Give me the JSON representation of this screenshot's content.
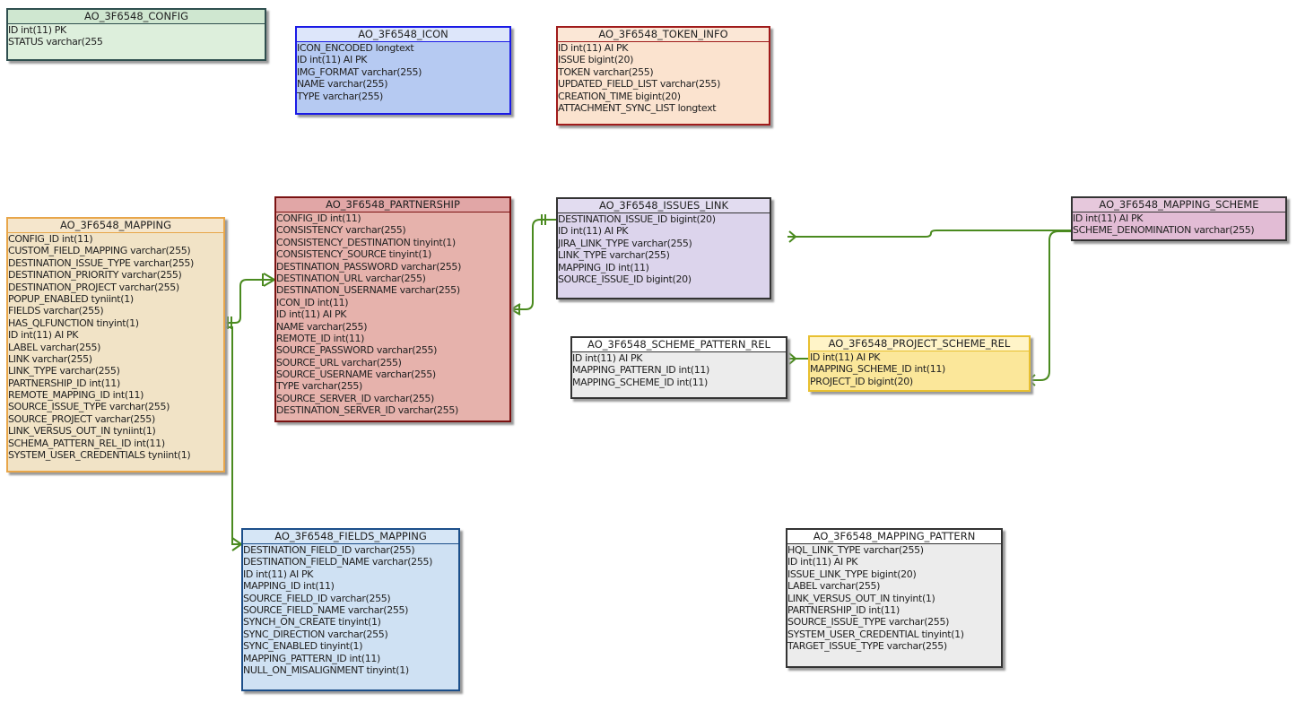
{
  "tables": {
    "config": {
      "name": "AO_3F6548_CONFIG",
      "columns": [
        "ID int(11) PK",
        "STATUS varchar(255"
      ],
      "border_color": "#2f4f4f",
      "header_color": "#cfe7d0",
      "body_color": "#ddefdc"
    },
    "icon": {
      "name": "AO_3F6548_ICON",
      "columns": [
        "ICON_ENCODED longtext",
        "ID int(11) AI PK",
        "IMG_FORMAT varchar(255)",
        "NAME varchar(255)",
        "TYPE varchar(255)"
      ],
      "border_color": "#1a1ae6",
      "header_color": "#dde6fa",
      "body_color": "#b6caf2"
    },
    "token_info": {
      "name": "AO_3F6548_TOKEN_INFO",
      "columns": [
        "ID int(11) AI PK",
        "ISSUE bigint(20)",
        "TOKEN varchar(255)",
        "UPDATED_FIELD_LIST varchar(255)",
        "CREATION_TIME bigint(20)",
        "ATTACHMENT_SYNC_LIST longtext"
      ],
      "border_color": "#a01b1b",
      "header_color": "#fbe7d6",
      "body_color": "#fbe3cf"
    },
    "mapping": {
      "name": "AO_3F6548_MAPPING",
      "columns": [
        "CONFIG_ID int(11)",
        "CUSTOM_FIELD_MAPPING varchar(255)",
        "DESTINATION_ISSUE_TYPE varchar(255)",
        "DESTINATION_PRIORITY varchar(255)",
        "DESTINATION_PROJECT varchar(255)",
        "POPUP_ENABLED tyniint(1)",
        "FIELDS varchar(255)",
        "HAS_QLFUNCTION tinyint(1)",
        "ID int(11) AI PK",
        "LABEL varchar(255)",
        "LINK varchar(255)",
        "LINK_TYPE varchar(255)",
        "PARTNERSHIP_ID int(11)",
        "REMOTE_MAPPING_ID int(11)",
        "SOURCE_ISSUE_TYPE varchar(255)",
        "SOURCE_PROJECT varchar(255)",
        "LINK_VERSUS_OUT_IN tyniint(1)",
        "SCHEMA_PATTERN_REL_ID int(11)",
        "SYSTEM_USER_CREDENTIALS tyniint(1)"
      ],
      "border_color": "#e8a64a",
      "header_color": "#f5e6cc",
      "body_color": "#f1e3c6"
    },
    "partnership": {
      "name": "AO_3F6548_PARTNERSHIP",
      "columns": [
        "CONFIG_ID int(11)",
        "CONSISTENCY varchar(255)",
        "CONSISTENCY_DESTINATION tinyint(1)",
        "CONSISTENCY_SOURCE tinyint(1)",
        "DESTINATION_PASSWORD varchar(255)",
        "DESTINATION_URL varchar(255)",
        "DESTINATION_USERNAME varchar(255)",
        "ICON_ID int(11)",
        "ID int(11) AI PK",
        "NAME varchar(255)",
        "REMOTE_ID int(11)",
        "SOURCE_PASSWORD varchar(255)",
        "SOURCE_URL varchar(255)",
        "SOURCE_USERNAME varchar(255)",
        "TYPE varchar(255)",
        "SOURCE_SERVER_ID varchar(255)",
        "DESTINATION_SERVER_ID varchar(255)"
      ],
      "border_color": "#7a1212",
      "header_color": "#e1a6a6",
      "body_color": "#e6b2ac"
    },
    "issues_link": {
      "name": "AO_3F6548_ISSUES_LINK",
      "columns": [
        "DESTINATION_ISSUE_ID bigint(20)",
        "ID int(11) AI PK",
        "JIRA_LINK_TYPE varchar(255)",
        "LINK_TYPE varchar(255)",
        "MAPPING_ID int(11)",
        "SOURCE_ISSUE_ID bigint(20)"
      ],
      "border_color": "#333333",
      "header_color": "#e2dcf0",
      "body_color": "#dcd4ec"
    },
    "mapping_scheme": {
      "name": "AO_3F6548_MAPPING_SCHEME",
      "columns": [
        "ID int(11) AI PK",
        "SCHEME_DENOMINATION varchar(255)"
      ],
      "border_color": "#333333",
      "header_color": "#e6c8dc",
      "body_color": "#e2bcd5"
    },
    "scheme_pattern_rel": {
      "name": "AO_3F6548_SCHEME_PATTERN_REL",
      "columns": [
        "ID int(11) AI PK",
        "MAPPING_PATTERN_ID int(11)",
        "MAPPING_SCHEME_ID int(11)"
      ],
      "border_color": "#333333",
      "header_color": "#ffffff",
      "body_color": "#ececec"
    },
    "project_scheme_rel": {
      "name": "AO_3F6548_PROJECT_SCHEME_REL",
      "columns": [
        "ID int(11) AI PK",
        "MAPPING_SCHEME_ID int(11)",
        "PROJECT_ID bigint(20)"
      ],
      "border_color": "#e8c030",
      "header_color": "#fff4c8",
      "body_color": "#fbe79a"
    },
    "fields_mapping": {
      "name": "AO_3F6548_FIELDS_MAPPING",
      "columns": [
        "DESTINATION_FIELD_ID varchar(255)",
        "DESTINATION_FIELD_NAME varchar(255)",
        "ID int(11) AI PK",
        "MAPPING_ID int(11)",
        "SOURCE_FIELD_ID varchar(255)",
        "SOURCE_FIELD_NAME varchar(255)",
        "SYNCH_ON_CREATE tinyint(1)",
        "SYNC_DIRECTION varchar(255)",
        "SYNC_ENABLED tinyint(1)",
        "MAPPING_PATTERN_ID int(11)",
        "NULL_ON_MISALIGNMENT tinyint(1)"
      ],
      "border_color": "#1c4f8a",
      "header_color": "#d6e6f6",
      "body_color": "#cfe1f3"
    },
    "mapping_pattern": {
      "name": "AO_3F6548_MAPPING_PATTERN",
      "columns": [
        "HQL_LINK_TYPE varchar(255)",
        "ID int(11) AI PK",
        "ISSUE_LINK_TYPE bigint(20)",
        "LABEL varchar(255)",
        "LINK_VERSUS_OUT_IN tinyint(1)",
        "PARTNERSHIP_ID int(11)",
        "SOURCE_ISSUE_TYPE varchar(255)",
        "SYSTEM_USER_CREDENTIAL tinyint(1)",
        "TARGET_ISSUE_TYPE varchar(255)"
      ],
      "border_color": "#333333",
      "header_color": "#ffffff",
      "body_color": "#ececec"
    }
  },
  "connector_color": "#4a8a1f"
}
